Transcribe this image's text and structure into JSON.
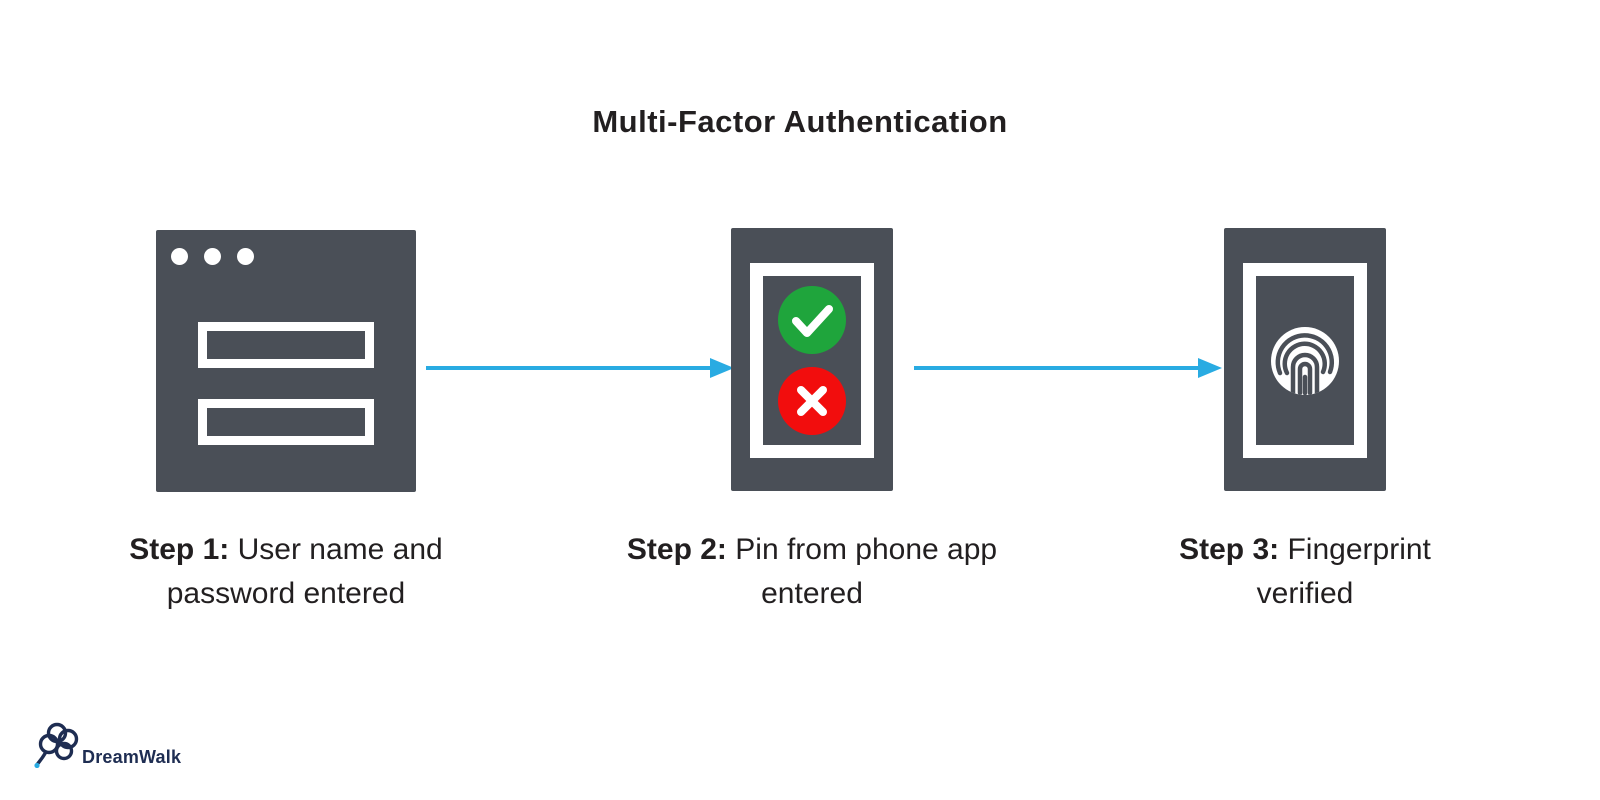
{
  "title": "Multi-Factor Authentication",
  "steps": [
    {
      "label_bold": "Step 1:",
      "label_text": "User name and password entered",
      "icon": "browser-login-window-icon"
    },
    {
      "label_bold": "Step 2:",
      "label_text": "Pin from phone app entered",
      "icon": "phone-pin-check-cross-icon"
    },
    {
      "label_bold": "Step 3:",
      "label_text": "Fingerprint verified",
      "icon": "phone-fingerprint-icon"
    }
  ],
  "arrows": [
    {
      "name": "arrow-step1-to-step2",
      "direction": "right"
    },
    {
      "name": "arrow-step2-to-step3",
      "direction": "right"
    }
  ],
  "footer": {
    "brand": "DreamWalk"
  },
  "colors": {
    "icon_gray": "#4a4f57",
    "arrow_blue": "#29abe2",
    "success_green": "#1fa53c",
    "error_red": "#f20d0d",
    "text_dark": "#221f20",
    "brand_navy": "#1e2d52",
    "background": "#ffffff"
  }
}
